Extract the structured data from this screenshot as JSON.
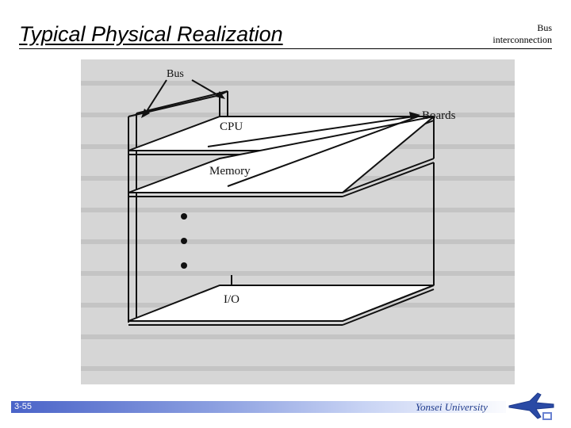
{
  "slide": {
    "title": "Typical Physical Realization",
    "corner_label_line1": "Bus",
    "corner_label_line2": "interconnection",
    "page_number": "3-55",
    "footer_org": "Yonsei University"
  },
  "diagram": {
    "labels": {
      "bus": "Bus",
      "boards": "Boards",
      "cpu": "CPU",
      "memory": "Memory",
      "io": "I/O"
    },
    "colors": {
      "figure_background": "#d6d6d6",
      "board_face": "#ffffff",
      "line": "#111111",
      "footer_accent": "#4a63c8",
      "footer_text": "#1e3a8c"
    }
  }
}
